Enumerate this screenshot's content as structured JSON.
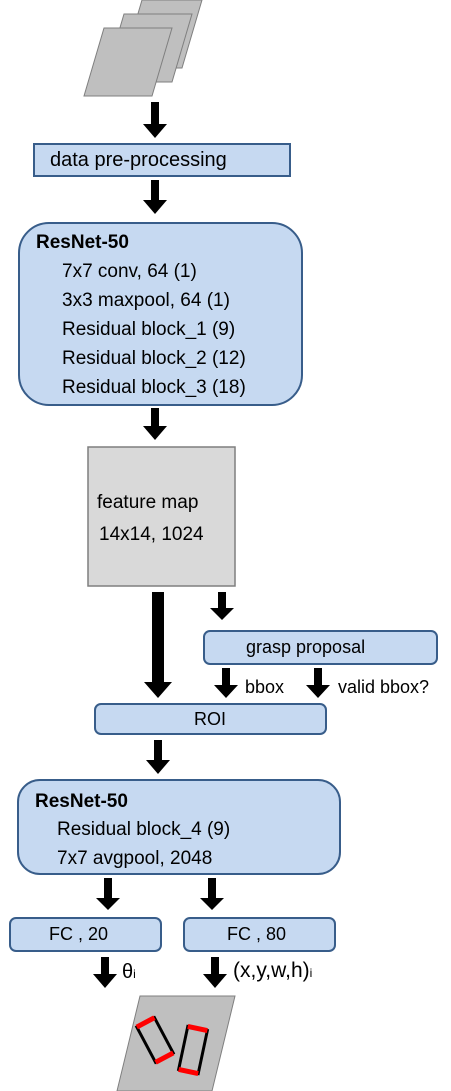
{
  "nodes": {
    "preprocessing": {
      "label": "data pre-processing"
    },
    "resnet_top": {
      "title": "ResNet-50",
      "layers": [
        "7x7 conv, 64 (1)",
        "3x3 maxpool, 64 (1)",
        "Residual block_1 (9)",
        "Residual block_2 (12)",
        "Residual block_3 (18)"
      ]
    },
    "feature_map": {
      "line1": "feature map",
      "line2": "14x14, 1024"
    },
    "grasp_proposal": {
      "label": "grasp proposal"
    },
    "roi": {
      "label": "ROI"
    },
    "resnet_bottom": {
      "title": "ResNet-50",
      "layers": [
        "Residual block_4 (9)",
        "7x7 avgpool, 2048"
      ]
    },
    "fc_left": {
      "label": "FC , 20"
    },
    "fc_right": {
      "label": "FC , 80"
    }
  },
  "edge_labels": {
    "bbox": "bbox",
    "valid_bbox": "valid bbox?",
    "theta": "θ",
    "theta_sub": "i",
    "coords": "(x,y,w,h)",
    "coords_sub": "i"
  },
  "colors": {
    "box_fill": "#c6d9f1",
    "box_stroke": "#385d8a",
    "feature_fill": "#d9d9d9",
    "feature_stroke": "#7f7f7f",
    "image_fill": "#bfbfbf",
    "arrow": "#000000",
    "grasp_rect": "#ff0000"
  }
}
